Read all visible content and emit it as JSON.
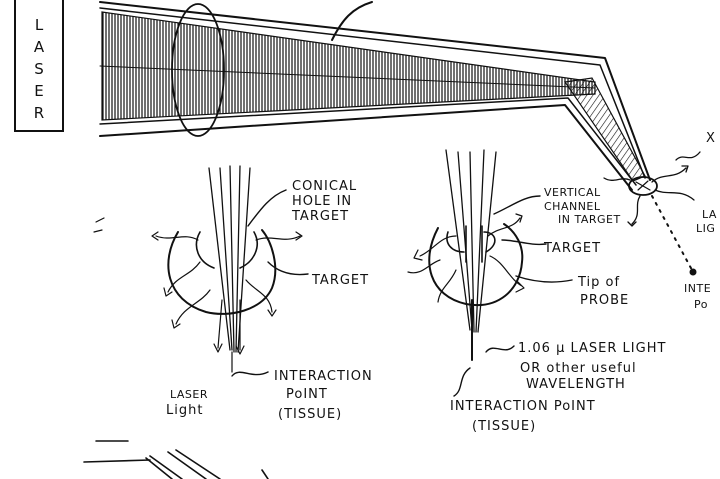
{
  "laser_box": {
    "letters": [
      "L",
      "A",
      "S",
      "E",
      "R"
    ]
  },
  "left_detail": {
    "conical_hole": [
      "CONICAL",
      "HOLE IN",
      "TARGET"
    ],
    "target": "TARGET",
    "laser_light": [
      "LASER",
      "Light"
    ],
    "interaction_point": [
      "INTERACTION",
      "PoINT",
      "(TISSUE)"
    ]
  },
  "right_detail": {
    "vertical_channel": [
      "VERTICAL",
      "CHANNEL",
      "IN TARGET"
    ],
    "target": "TARGET",
    "tip_of_probe": [
      "Tip of",
      "PROBE"
    ],
    "wavelength": [
      "1.06 μ LASER LIGHT",
      "OR other useful",
      "WAVELENGTH"
    ],
    "interaction_point": [
      "INTERACTION PoINT",
      "(TISSUE)"
    ]
  },
  "probe_tip_labels": {
    "x": "X",
    "laser_light_cut": [
      "LA",
      "LIG"
    ],
    "interaction_cut": [
      "INTE",
      "Po"
    ]
  }
}
